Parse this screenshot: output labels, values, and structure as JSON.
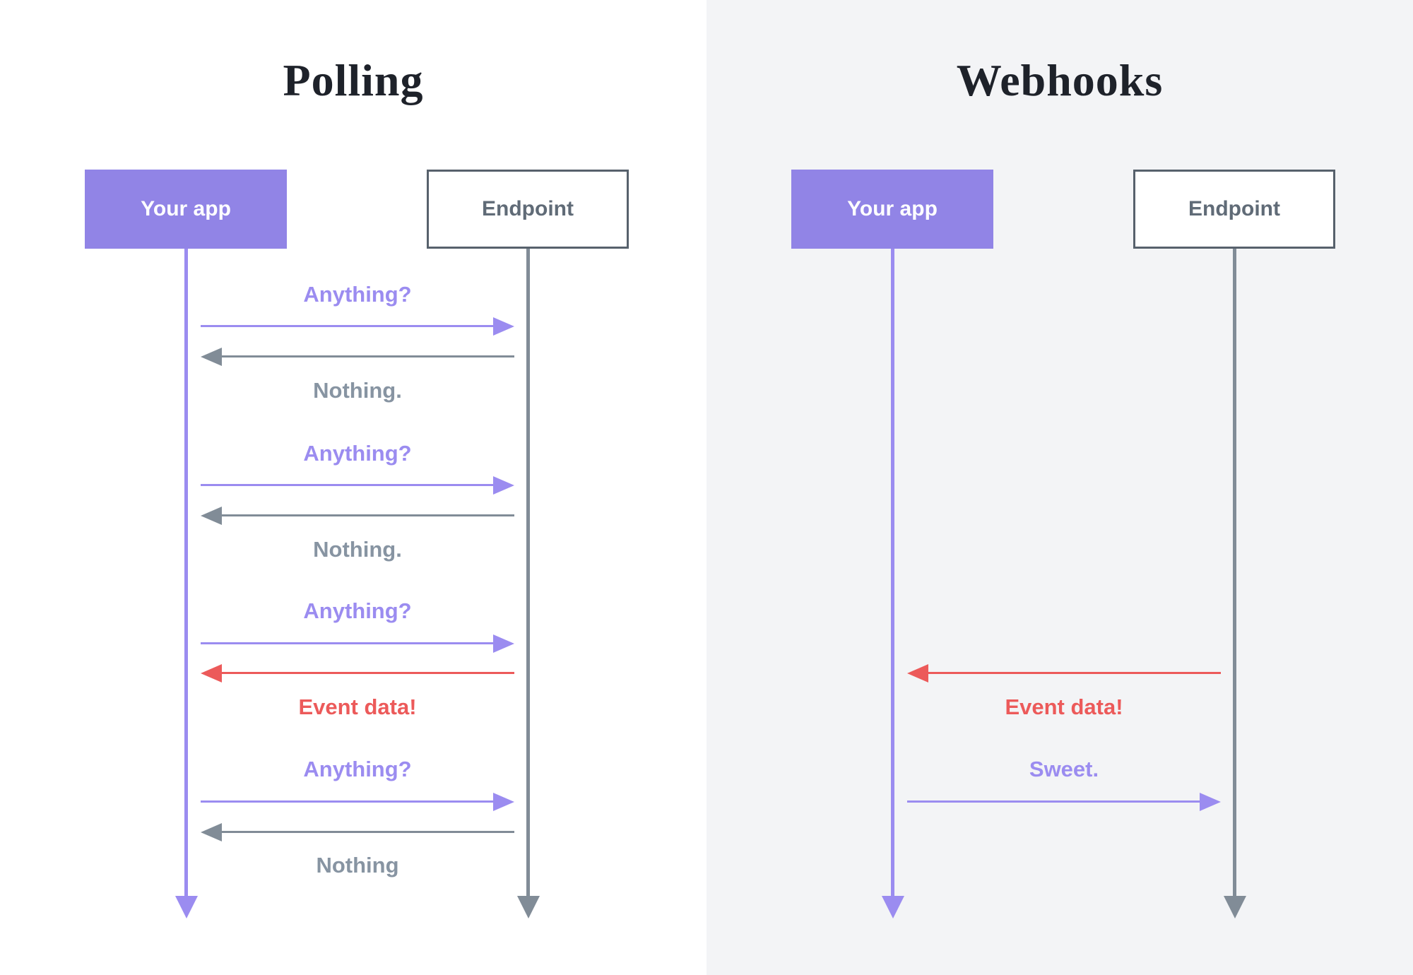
{
  "colors": {
    "purple": "#9b8cf0",
    "purple_box": "#9184e6",
    "gray": "#818c97",
    "gray_text": "#8794a2",
    "red": "#ec5a5a",
    "endpoint_border": "#57616c",
    "endpoint_text": "#606b77",
    "title": "#1e222a",
    "bg_left": "#ffffff",
    "bg_right": "#f3f4f6"
  },
  "panels": [
    {
      "title": "Polling",
      "actors": [
        {
          "label": "Your app",
          "type": "app"
        },
        {
          "label": "Endpoint",
          "type": "endpoint"
        }
      ],
      "messages": [
        {
          "label": "Anything?",
          "direction": "right",
          "color": "purple"
        },
        {
          "label": "Nothing.",
          "direction": "left",
          "color": "gray"
        },
        {
          "label": "Anything?",
          "direction": "right",
          "color": "purple"
        },
        {
          "label": "Nothing.",
          "direction": "left",
          "color": "gray"
        },
        {
          "label": "Anything?",
          "direction": "right",
          "color": "purple"
        },
        {
          "label": "Event data!",
          "direction": "left",
          "color": "red"
        },
        {
          "label": "Anything?",
          "direction": "right",
          "color": "purple"
        },
        {
          "label": "Nothing",
          "direction": "left",
          "color": "gray"
        }
      ]
    },
    {
      "title": "Webhooks",
      "actors": [
        {
          "label": "Your app",
          "type": "app"
        },
        {
          "label": "Endpoint",
          "type": "endpoint"
        }
      ],
      "messages": [
        {
          "label": "Event data!",
          "direction": "left",
          "color": "red"
        },
        {
          "label": "Sweet.",
          "direction": "right",
          "color": "purple"
        }
      ]
    }
  ]
}
